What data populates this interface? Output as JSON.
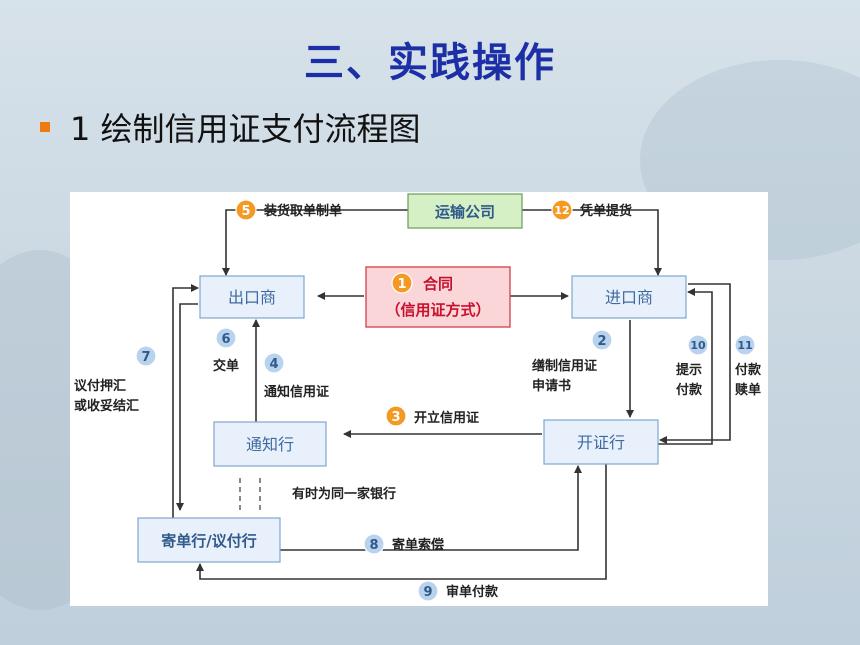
{
  "slide": {
    "title": "三、实践操作",
    "bullet": "1 绘制信用证支付流程图"
  },
  "diagram": {
    "nodes": {
      "transport": "运输公司",
      "exporter": "出口商",
      "importer": "进口商",
      "advising_bank": "通知行",
      "issuing_bank": "开证行",
      "negotiating_bank": "寄单行/议付行",
      "contract_line1": "合同",
      "contract_line2": "（信用证方式）"
    },
    "steps": {
      "s1": "1",
      "s2": "2",
      "s2_label1": "缮制信用证",
      "s2_label2": "申请书",
      "s3": "3",
      "s3_label": "开立信用证",
      "s4": "4",
      "s4_label": "通知信用证",
      "s5": "5",
      "s5_label": "装货取单制单",
      "s6": "6",
      "s6_label": "交单",
      "s7": "7",
      "s7_label1": "议付押汇",
      "s7_label2": "或收妥结汇",
      "s8": "8",
      "s8_label": "寄单索偿",
      "s9": "9",
      "s9_label": "审单付款",
      "s10": "10",
      "s10_label1": "提示",
      "s10_label2": "付款",
      "s11": "11",
      "s11_label1": "付款",
      "s11_label2": "赎单",
      "s12": "12",
      "s12_label": "凭单提货"
    },
    "note": "有时为同一家银行",
    "colors": {
      "box_blue_bg": "#e8f1fb",
      "box_blue_border": "#7fa6cf",
      "box_blue_text": "#3f6aa0",
      "transport_bg": "#d4f0c4",
      "contract_bg": "#fbd6d8",
      "contract_text": "#c8102e",
      "step_orange": "#f49a24",
      "step_blue": "#b9d3ee",
      "arrow": "#333333",
      "title": "#1c2fa6"
    }
  }
}
